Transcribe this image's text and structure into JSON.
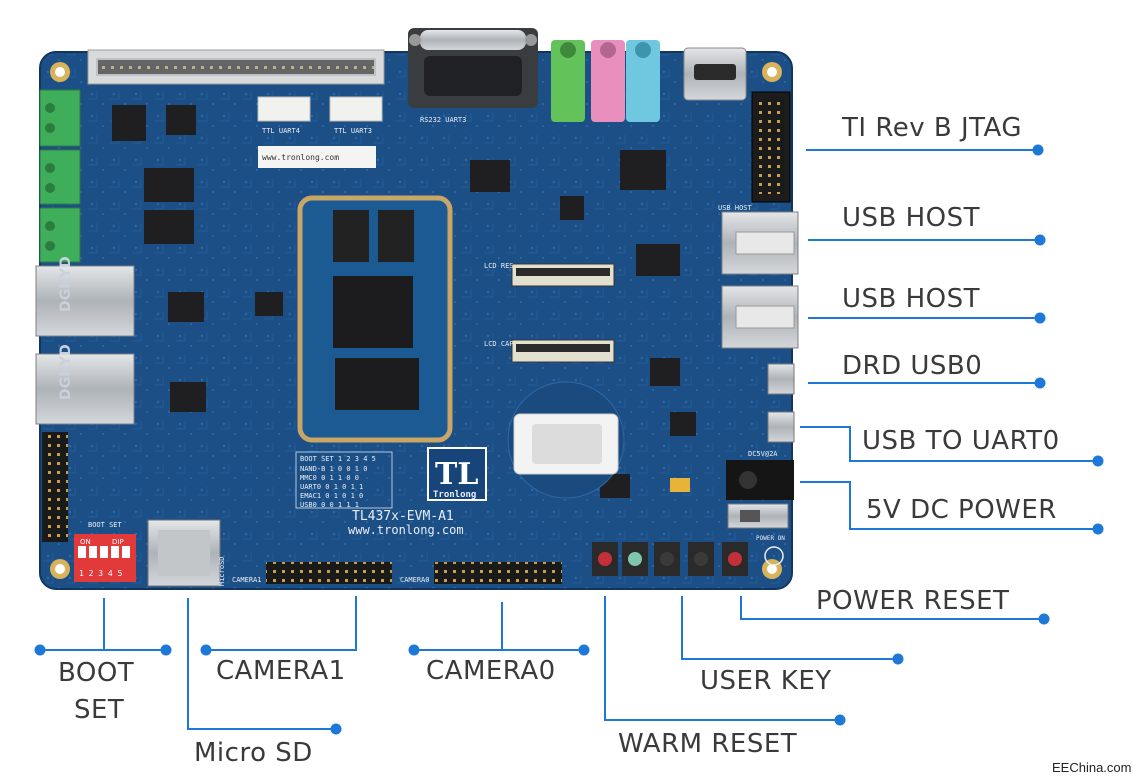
{
  "labels": {
    "jtag": "TI Rev B JTAG",
    "usb_host_1": "USB HOST",
    "usb_host_2": "USB HOST",
    "drd_usb0": "DRD USB0",
    "usb_to_uart0": "USB TO UART0",
    "dc_power": "5V DC POWER",
    "power_reset": "POWER RESET",
    "user_key": "USER KEY",
    "warm_reset": "WARM RESET",
    "camera0": "CAMERA0",
    "camera1": "CAMERA1",
    "micro_sd": "Micro SD",
    "boot_set_line1": "BOOT",
    "boot_set_line2": "SET"
  },
  "board": {
    "model": "TL437x-EVM-A1",
    "url": "www.tronlong.com",
    "logo_letters": "TL",
    "logo_brand": "Tronlong",
    "rj45_brand": "DGKYD",
    "dip_on": "ON",
    "dip_text": "DIP",
    "dip_numbers": "1 2 3 4 5",
    "boot_set_silk": "BOOT SET",
    "usb_host_silk": "USB HOST",
    "dc_silk": "DC5V@2A",
    "power_on_silk": "POWER ON",
    "camera1_silk": "CAMERA1",
    "camera0_silk": "CAMERA0",
    "micro_sd_silk": "MicroSD",
    "lcd_res_silk": "LCD RES",
    "lcd_cap_silk": "LCD CAP",
    "uart_silk_1": "TTL UART4",
    "uart_silk_2": "TTL UART3",
    "rs232_silk": "RS232 UART3",
    "sticker_text": "www.tronlong.com",
    "boot_table_header": "BOOT SET 1 2 3 4 5",
    "boot_table_rows": [
      "NAND-B  1 0 0 1 0",
      "MMC0    0 1 1 0 0",
      "UART0   0 1 0 1 1",
      "EMAC1   0 1 0 1 0",
      "USB0    0 0 1 1 1"
    ]
  },
  "colors": {
    "pcb": "#1d4f87",
    "pcb_dark": "#163e6b",
    "leader": "#1e78d7",
    "label_text": "#3a3a3a",
    "terminal_green": "#3fae5a",
    "audio_green": "#63c35a",
    "audio_pink": "#e98fbe",
    "audio_blue": "#6fc7e0",
    "dip_red": "#e23a3a",
    "som_gold": "#c9a665"
  },
  "watermark": "EEChina.com"
}
